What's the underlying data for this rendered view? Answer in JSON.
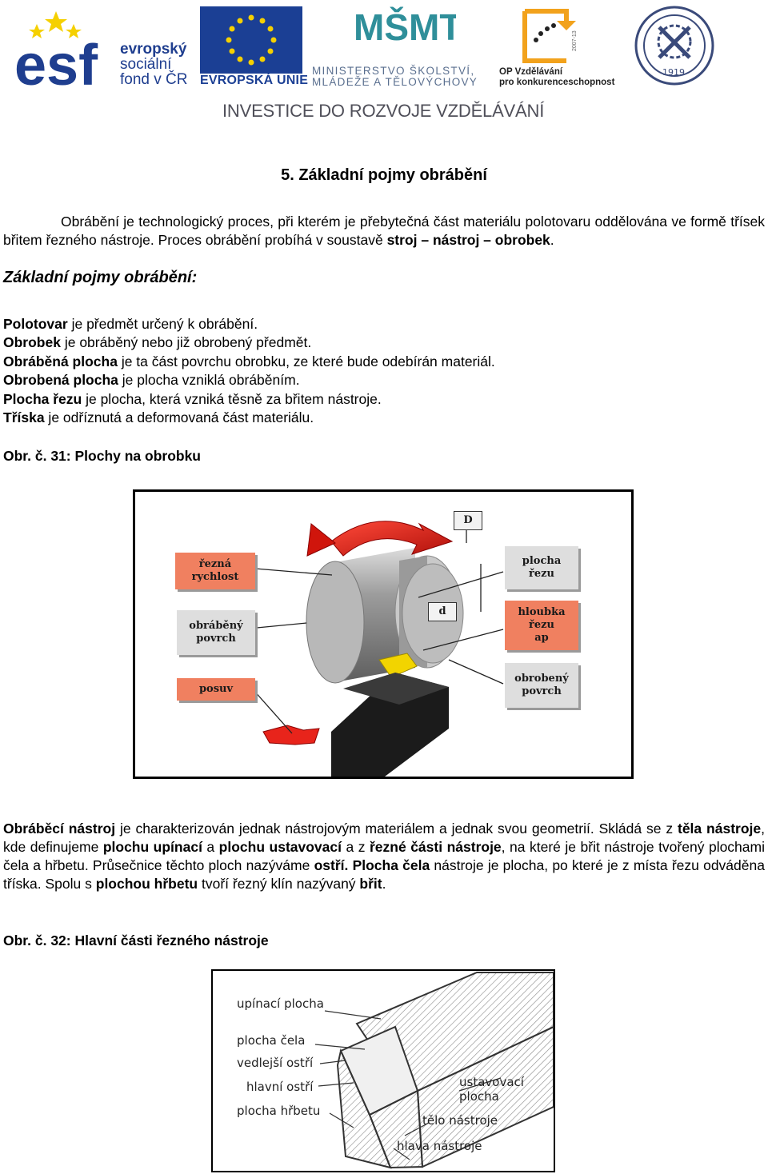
{
  "header": {
    "esf": {
      "logo_text": "esf",
      "line1": "evropský",
      "line2": "sociální",
      "line3": "fond v ČR"
    },
    "eu": {
      "text": "EVROPSKÁ UNIE"
    },
    "msmt": {
      "logo_text": "MŠMT",
      "line1": "MINISTERSTVO ŠKOLSTVÍ,",
      "line2": "MLÁDEŽE A TĚLOVÝCHOVY"
    },
    "op": {
      "line1": "OP Vzdělávání",
      "line2": "pro konkurenceschopnost",
      "years": "2007-13"
    },
    "seal": {
      "year": "1919"
    },
    "tagline": "INVESTICE DO ROZVOJE VZDĚLÁVÁNÍ"
  },
  "document": {
    "title": "5. Základní pojmy obrábění",
    "intro": {
      "t1": "Obrábění je technologický proces, při kterém je přebytečná část materiálu polotovaru oddělována ve formě třísek břitem řezného nástroje. Proces obrábění probíhá v soustavě ",
      "b1": "stroj – nástroj – obrobek",
      "t2": "."
    },
    "subheading": "Základní pojmy obrábění:",
    "definitions": [
      {
        "term": "Polotovar",
        "text": " je předmět určený k obrábění."
      },
      {
        "term": "Obrobek",
        "text": " je obráběný nebo již obrobený předmět."
      },
      {
        "term": "Obráběná plocha",
        "text": " je ta část povrchu obrobku, ze které bude odebírán materiál."
      },
      {
        "term": "Obrobená plocha",
        "text": " je plocha vzniklá obráběním."
      },
      {
        "term": "Plocha řezu",
        "text": " je plocha, která vzniká těsně za břitem nástroje."
      },
      {
        "term": "Tříska",
        "text": " je odříznutá a deformovaná část materiálu."
      }
    ],
    "figure1": {
      "caption": "Obr. č. 31:  Plochy na obrobku",
      "labels": {
        "rezna_rychlost": [
          "řezná",
          "rychlost"
        ],
        "obrabeny_povrch": [
          "obráběný",
          "povrch"
        ],
        "posuv": "posuv",
        "plocha_rezu": [
          "plocha",
          "řezu"
        ],
        "hloubka_rezu": [
          "hloubka",
          "řezu",
          "ap"
        ],
        "obrobeny_povrch": [
          "obrobený",
          "povrch"
        ],
        "diameter_D": "D",
        "diameter_d": "d"
      }
    },
    "tool_paragraph": {
      "b1": "Obráběcí nástroj",
      "t1": " je charakterizován jednak nástrojovým materiálem a jednak svou geometrií. Skládá se z ",
      "b2": "těla nástroje",
      "t2": ", kde definujeme ",
      "b3": "plochu upínací",
      "t3": " a ",
      "b4": "plochu ustavovací",
      "t4": " a z ",
      "b5": "řezné části nástroje",
      "t5": ", na které je břit nástroje tvořený plochami čela a hřbetu. Průsečnice těchto ploch nazýváme ",
      "b6": "ostří.",
      "t6": " ",
      "b7": "Plocha čela",
      "t7": " nástroje je plocha, po které je z místa řezu odváděna tříska. Spolu s ",
      "b8": "plochou hřbetu",
      "t8": " tvoří řezný klín nazývaný ",
      "b9": "břit",
      "t9": "."
    },
    "figure2": {
      "caption": "Obr. č. 32:  Hlavní části řezného nástroje",
      "labels": {
        "upinaci": "upínací plocha",
        "cela": "plocha čela",
        "vedlejsi": "vedlejší ostří",
        "hlavni_ostri": "hlavní ostří",
        "hrbetu": "plocha hřbetu",
        "ustavovaci1": "ustavovací",
        "ustavovaci2": "plocha",
        "telo": "tělo nástroje",
        "hlava": "hlava nástroje"
      }
    }
  }
}
